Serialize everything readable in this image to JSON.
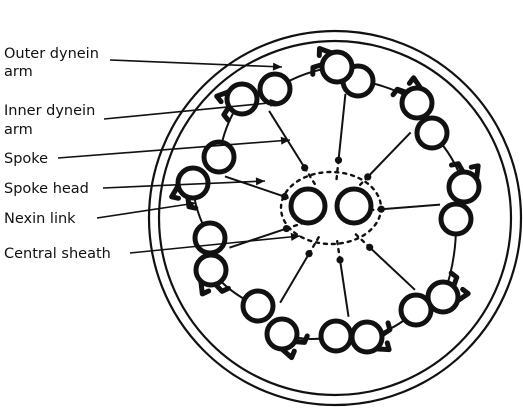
{
  "labels": {
    "outer_dynein_arm_line1": "Outer dynein",
    "outer_dynein_arm_line2": "arm",
    "inner_dynein_arm_line1": "Inner dynein",
    "inner_dynein_arm_line2": "arm",
    "spoke": "Spoke",
    "spoke_head": "Spoke head",
    "nexin_link": "Nexin link",
    "central_sheath": "Central sheath"
  },
  "structure": {
    "outer_doublet_count": 9,
    "central_singlet_count": 2
  }
}
